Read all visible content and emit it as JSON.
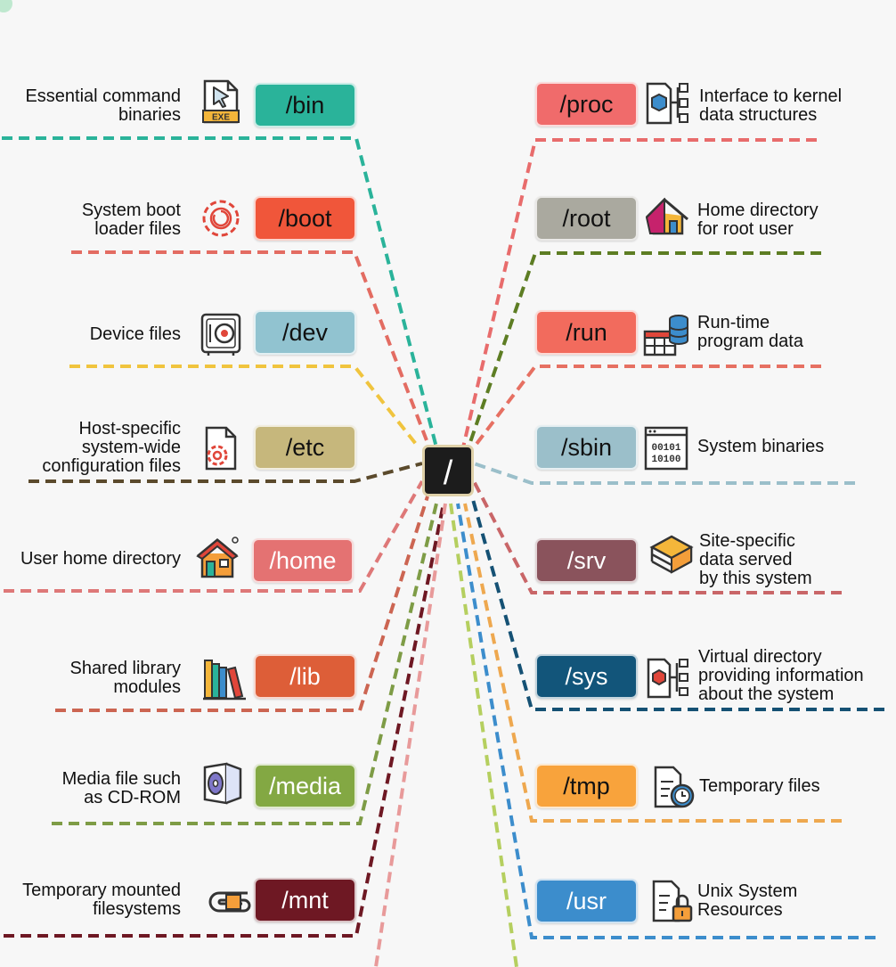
{
  "root": {
    "label": "/"
  },
  "directories": [
    {
      "id": "bin",
      "label": "/bin",
      "desc": [
        "Essential command",
        "binaries"
      ],
      "color": "#2ab39a",
      "line": "#2ab39a",
      "icon": "exe-file-icon",
      "light": false
    },
    {
      "id": "boot",
      "label": "/boot",
      "desc": [
        "System boot",
        "loader files"
      ],
      "color": "#f0563a",
      "line": "#e36c62",
      "icon": "gear-boot-icon",
      "light": false
    },
    {
      "id": "dev",
      "label": "/dev",
      "desc": [
        "Device files"
      ],
      "color": "#91c3d0",
      "line": "#f0c43e",
      "icon": "disk-device-icon",
      "light": false
    },
    {
      "id": "etc",
      "label": "/etc",
      "desc": [
        "Host-specific",
        "system-wide",
        "configuration files"
      ],
      "color": "#c6b77c",
      "line": "#5b4a2c",
      "icon": "config-file-icon",
      "light": false
    },
    {
      "id": "home",
      "label": "/home",
      "desc": [
        "User home directory"
      ],
      "color": "#e47272",
      "line": "#de7878",
      "icon": "house-icon",
      "light": true
    },
    {
      "id": "lib",
      "label": "/lib",
      "desc": [
        "Shared library",
        "modules"
      ],
      "color": "#dd5e38",
      "line": "#cc6552",
      "icon": "books-icon",
      "light": true
    },
    {
      "id": "media",
      "label": "/media",
      "desc": [
        "Media file such",
        "as CD-ROM"
      ],
      "color": "#83a843",
      "line": "#7e9c46",
      "icon": "cd-rom-icon",
      "light": true
    },
    {
      "id": "mnt",
      "label": "/mnt",
      "desc": [
        "Temporary mounted",
        "filesystems"
      ],
      "color": "#6e1823",
      "line": "#6e1823",
      "icon": "clip-mount-icon",
      "light": true
    },
    {
      "id": "proc",
      "label": "/proc",
      "desc": [
        "Interface to kernel",
        "data structures"
      ],
      "color": "#f06b6b",
      "line": "#e86c6c",
      "icon": "kernel-structure-icon",
      "light": false
    },
    {
      "id": "root",
      "label": "/root",
      "desc": [
        "Home directory",
        "for root user"
      ],
      "color": "#aaa99f",
      "line": "#5d7d23",
      "icon": "root-house-icon",
      "light": false
    },
    {
      "id": "run",
      "label": "/run",
      "desc": [
        "Run-time",
        "program data"
      ],
      "color": "#f26b5d",
      "line": "#e67062",
      "icon": "database-table-icon",
      "light": false
    },
    {
      "id": "sbin",
      "label": "/sbin",
      "desc": [
        "System binaries"
      ],
      "color": "#9bbfca",
      "line": "#9bbfca",
      "icon": "binary-window-icon",
      "light": false
    },
    {
      "id": "srv",
      "label": "/srv",
      "desc": [
        "Site-specific",
        "data served",
        "by this system"
      ],
      "color": "#8a535c",
      "line": "#c96668",
      "icon": "layers-icon",
      "light": true
    },
    {
      "id": "sys",
      "label": "/sys",
      "desc": [
        "Virtual directory",
        "providing information",
        "about the system"
      ],
      "color": "#12557a",
      "line": "#155174",
      "icon": "system-structure-icon",
      "light": true
    },
    {
      "id": "tmp",
      "label": "/tmp",
      "desc": [
        "Temporary files"
      ],
      "color": "#f8a33c",
      "line": "#eea84f",
      "icon": "clock-file-icon",
      "light": false
    },
    {
      "id": "usr",
      "label": "/usr",
      "desc": [
        "Unix System",
        "Resources"
      ],
      "color": "#3c8dcc",
      "line": "#3c8dcc",
      "icon": "locked-file-icon",
      "light": true
    }
  ],
  "extra_lines": [
    "#b5cf5f",
    "#e89a9a"
  ]
}
